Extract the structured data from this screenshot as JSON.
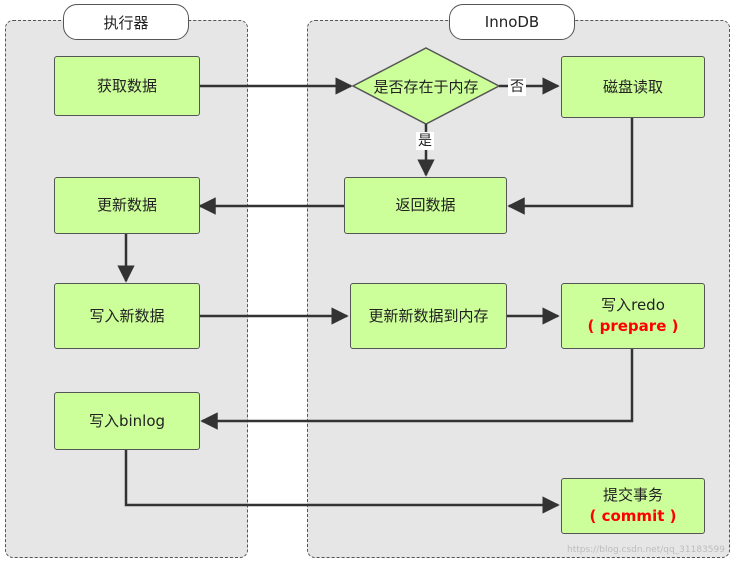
{
  "lanes": {
    "executor": {
      "title": "执行器"
    },
    "innodb": {
      "title": "InnoDB"
    }
  },
  "nodes": {
    "get_data": "获取数据",
    "in_memory": "是否存在于内存",
    "disk_read": "磁盘读取",
    "return_data": "返回数据",
    "update_data": "更新数据",
    "write_new_data": "写入新数据",
    "update_to_memory": "更新新数据到内存",
    "write_redo": "写入redo",
    "write_redo_note": "( prepare )",
    "write_binlog": "写入binlog",
    "commit_tx": "提交事务",
    "commit_tx_note": "( commit )"
  },
  "edge_labels": {
    "no": "否",
    "yes": "是"
  },
  "watermark": "https://blog.csdn.net/qq_31183599",
  "colors": {
    "node_fill": "#ccff99",
    "lane_fill": "#e6e6e6",
    "emphasis": "#ff0000"
  }
}
